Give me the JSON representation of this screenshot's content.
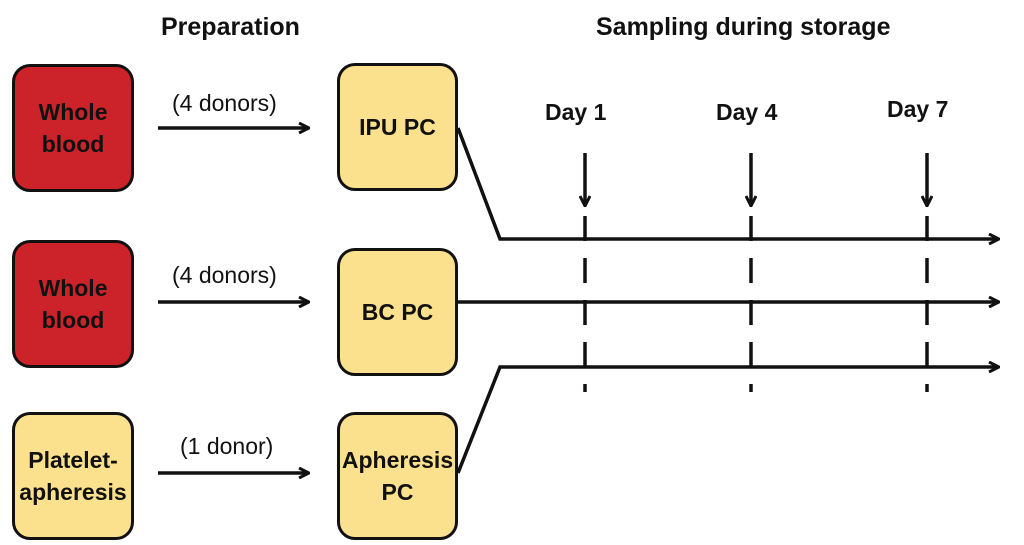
{
  "headings": {
    "preparation": "Preparation",
    "sampling": "Sampling during storage"
  },
  "sources": [
    {
      "line1": "Whole",
      "line2": "blood",
      "color": "#cc2229"
    },
    {
      "line1": "Whole",
      "line2": "blood",
      "color": "#cc2229"
    },
    {
      "line1": "Platelet-",
      "line2": "apheresis",
      "color": "#fbe18d"
    }
  ],
  "donors": [
    "(4 donors)",
    "(4 donors)",
    "(1 donor)"
  ],
  "products": [
    {
      "line1": "IPU PC",
      "line2": ""
    },
    {
      "line1": "BC PC",
      "line2": ""
    },
    {
      "line1": "Apheresis",
      "line2": "PC"
    }
  ],
  "days": [
    "Day 1",
    "Day 4",
    "Day 7"
  ],
  "colors": {
    "red": "#cc2229",
    "yellow": "#fbe18d",
    "ink": "#111111"
  }
}
